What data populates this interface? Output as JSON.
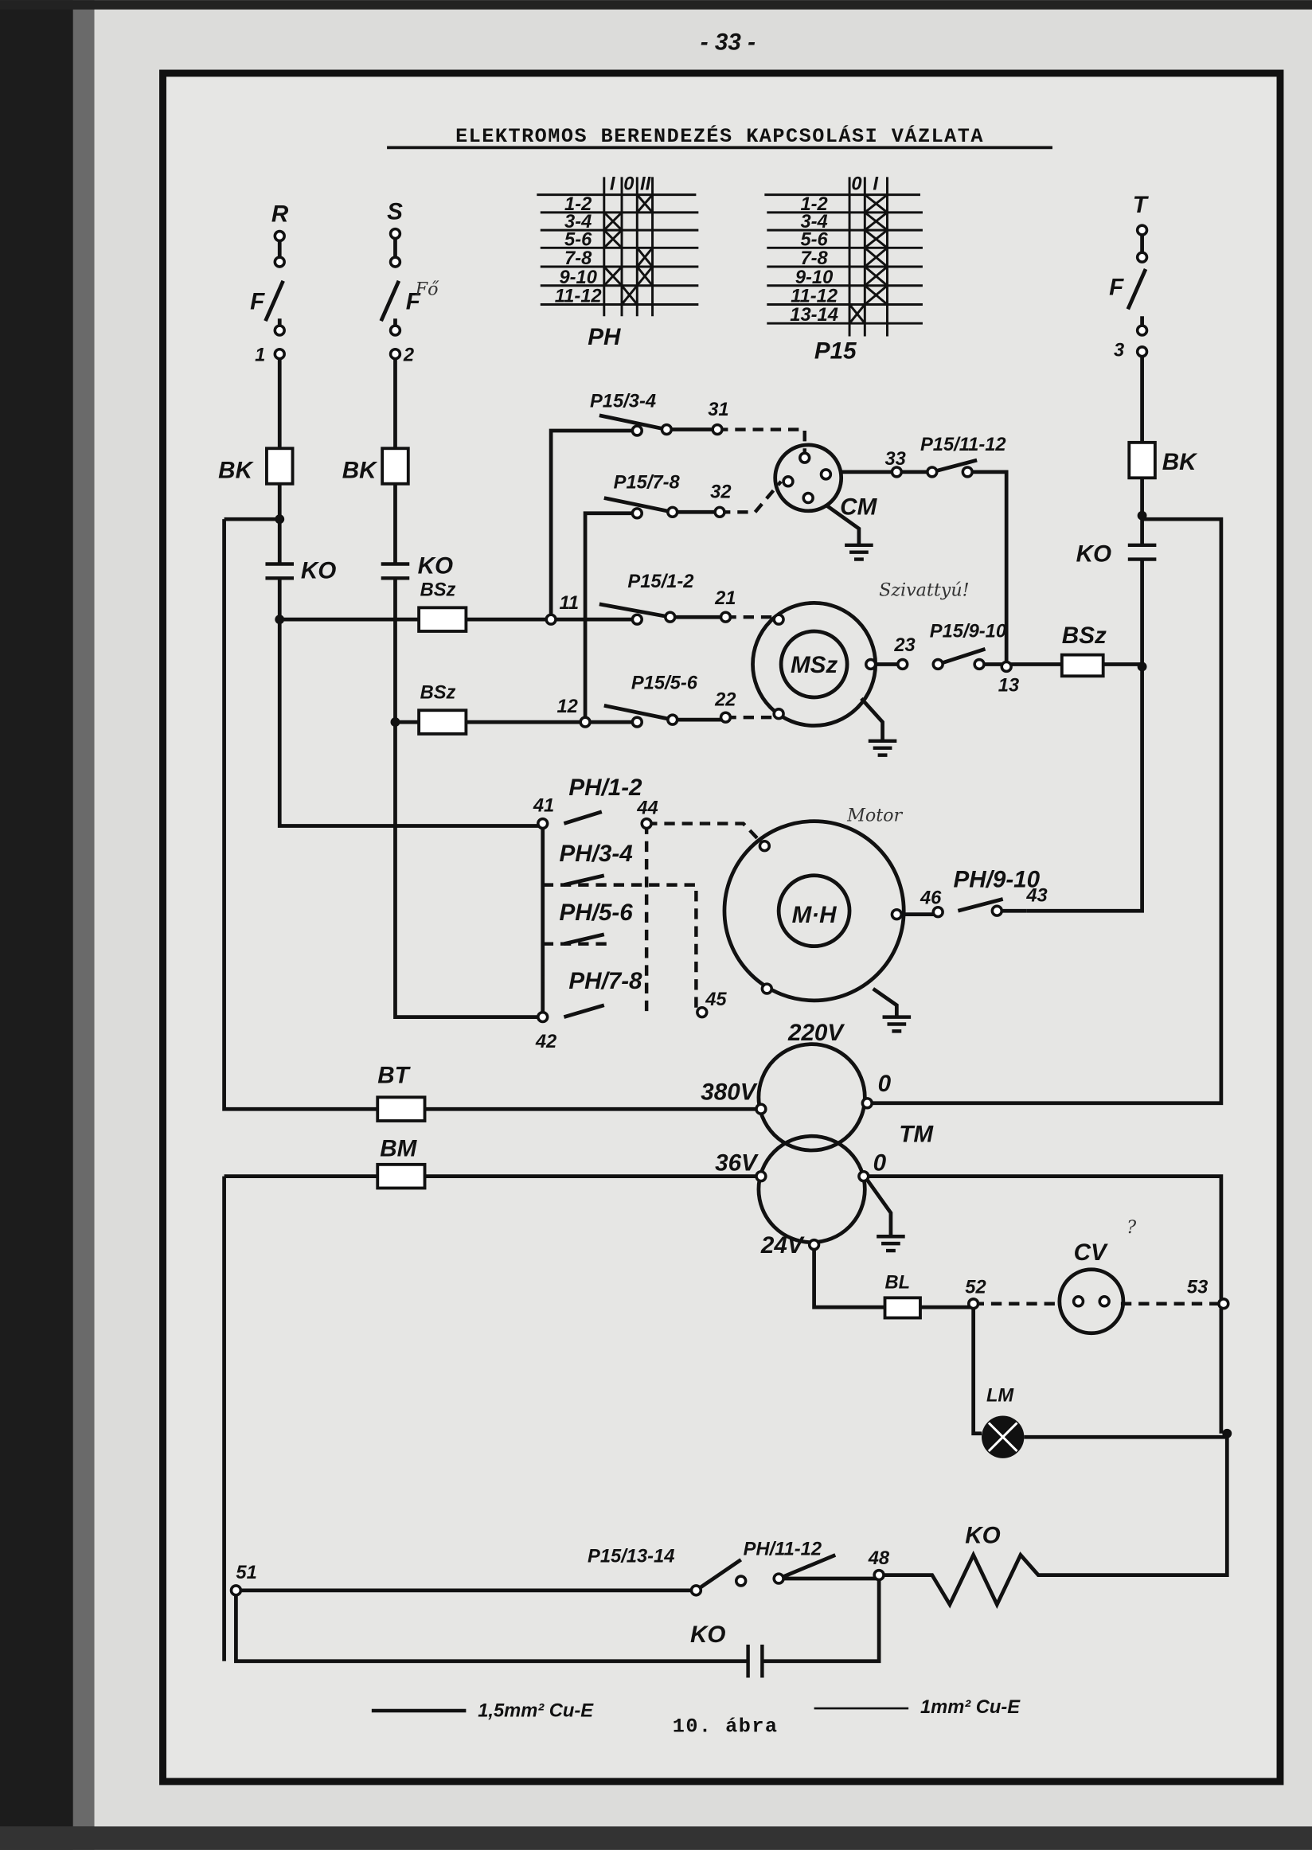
{
  "page_number": "- 33 -",
  "title": "ELEKTROMOS BERENDEZÉS KAPCSOLÁSI VÁZLATA",
  "tables": {
    "ph": {
      "name": "PH",
      "columns": [
        "I",
        "0",
        "II"
      ],
      "rows": [
        "1-2",
        "3-4",
        "5-6",
        "7-8",
        "9-10",
        "11-12"
      ],
      "marks": [
        [
          "II"
        ],
        [
          "I"
        ],
        [
          "I"
        ],
        [
          "II"
        ],
        [
          "I",
          "II"
        ],
        [
          "0"
        ]
      ]
    },
    "p15": {
      "name": "P15",
      "columns": [
        "0",
        "I"
      ],
      "rows": [
        "1-2",
        "3-4",
        "5-6",
        "7-8",
        "9-10",
        "11-12",
        "13-14"
      ],
      "marks": [
        [
          "I"
        ],
        [
          "I"
        ],
        [
          "I"
        ],
        [
          "I"
        ],
        [
          "I"
        ],
        [
          "I"
        ],
        [
          "0"
        ]
      ]
    }
  },
  "phases": {
    "r": "R",
    "s": "S",
    "t": "T",
    "f": "F",
    "n1": "1",
    "n2": "2",
    "n3": "3"
  },
  "components": {
    "bk": "BK",
    "ko": "KO",
    "bsz": "BSz",
    "cm": "CM",
    "msz": "MSz",
    "mh": "M·H",
    "bt": "BT",
    "bm": "BM",
    "tm": "TM",
    "bl": "BL",
    "cv": "CV",
    "lm": "LM"
  },
  "switches": {
    "p15_3_4": "P15/3-4",
    "p15_7_8": "P15/7-8",
    "p15_1_2": "P15/1-2",
    "p15_5_6": "P15/5-6",
    "p15_11_12": "P15/11-12",
    "p15_9_10": "P15/9-10",
    "p15_13_14": "P15/13-14",
    "ph_1_2": "PH/1-2",
    "ph_3_4": "PH/3-4",
    "ph_5_6": "PH/5-6",
    "ph_7_8": "PH/7-8",
    "ph_9_10": "PH/9-10",
    "ph_11_12": "PH/11-12"
  },
  "nodes": {
    "n11": "11",
    "n12": "12",
    "n13": "13",
    "n21": "21",
    "n22": "22",
    "n23": "23",
    "n31": "31",
    "n32": "32",
    "n33": "33",
    "n41": "41",
    "n42": "42",
    "n43": "43",
    "n44": "44",
    "n45": "45",
    "n46": "46",
    "n48": "48",
    "n51": "51",
    "n52": "52",
    "n53": "53"
  },
  "voltages": {
    "v220": "220V",
    "v380": "380V",
    "v0a": "0",
    "v36": "36V",
    "v0b": "0",
    "v24": "24V"
  },
  "handwritten": {
    "fo": "Fő",
    "szivattyu": "Szivattyú!",
    "motor": "Motor",
    "question": "?"
  },
  "legend": {
    "thick": "1,5mm² Cu-E",
    "figure": "10. ábra",
    "thin": "1mm² Cu-E"
  }
}
